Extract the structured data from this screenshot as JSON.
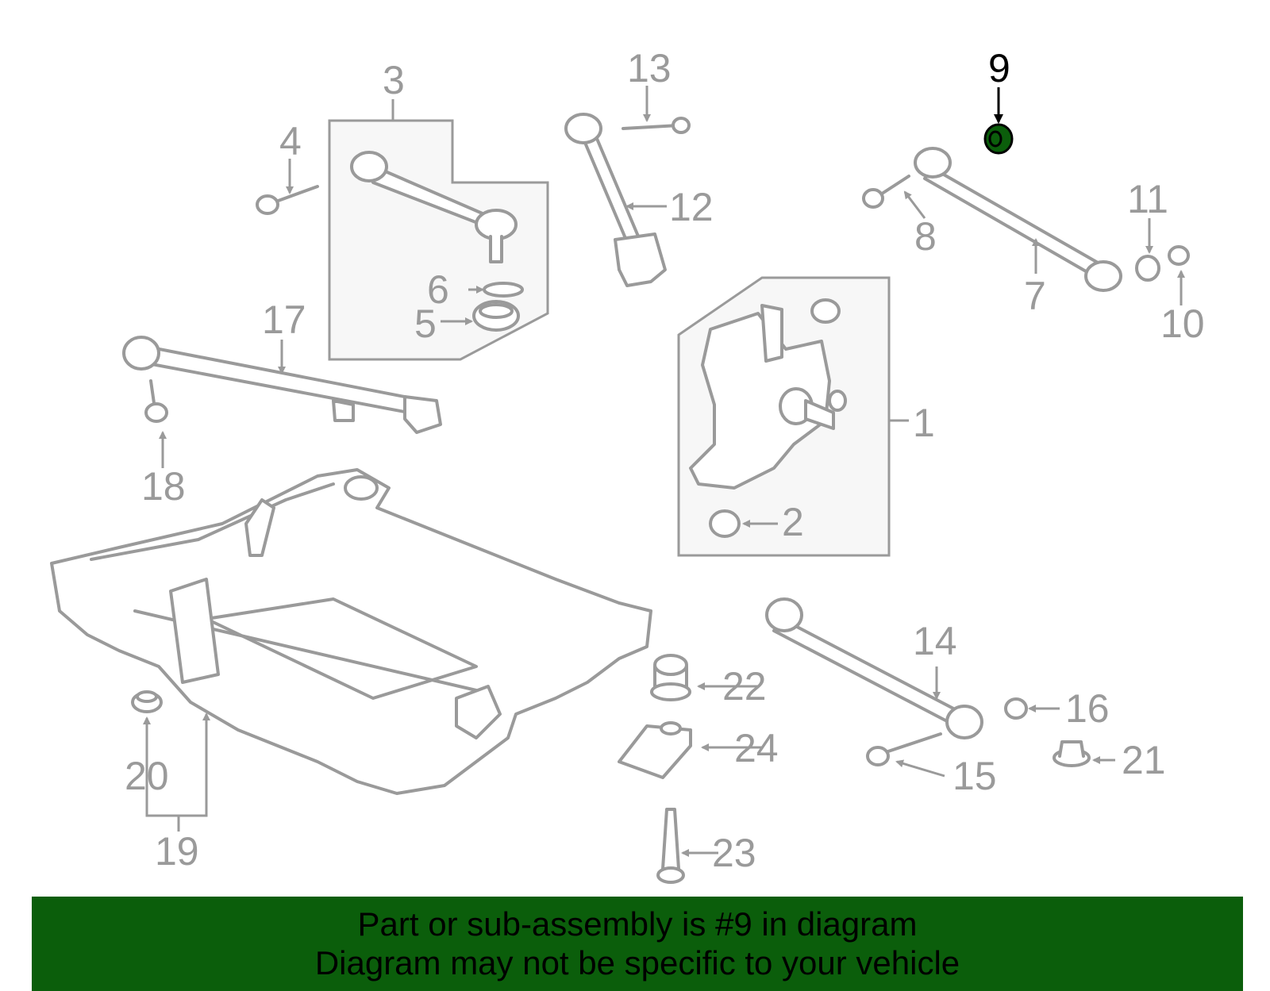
{
  "diagram": {
    "highlight_color": "#0b5e0b",
    "callouts": {
      "c1": "1",
      "c2": "2",
      "c3": "3",
      "c4": "4",
      "c5": "5",
      "c6": "6",
      "c7": "7",
      "c8": "8",
      "c9": "9",
      "c10": "10",
      "c11": "11",
      "c12": "12",
      "c13": "13",
      "c14": "14",
      "c15": "15",
      "c16": "16",
      "c17": "17",
      "c18": "18",
      "c19": "19",
      "c20": "20",
      "c21": "21",
      "c22": "22",
      "c23": "23",
      "c24": "24"
    },
    "highlighted_part": "9"
  },
  "banner": {
    "line1": "Part or sub-assembly is #9 in diagram",
    "line2": "Diagram may not be specific to your vehicle"
  }
}
